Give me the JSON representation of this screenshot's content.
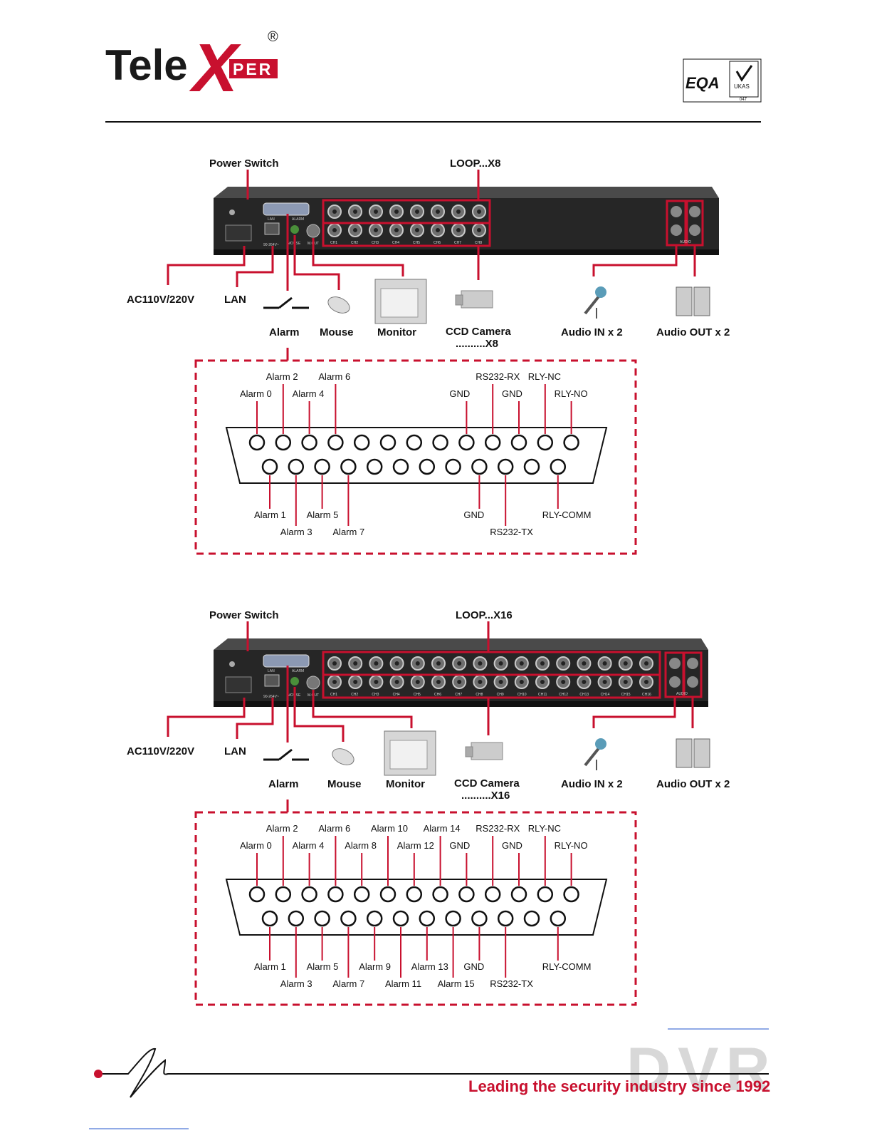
{
  "header": {
    "brand_prefix": "Tele",
    "brand_x": "X",
    "brand_suffix": "PER",
    "registered": "®",
    "cert_logo_text": "EQA",
    "ukas_text": "UKAS",
    "cert_number": "047"
  },
  "diagram_8": {
    "power_switch": "Power Switch",
    "loop": "LOOP...X8",
    "ac": "AC110V/220V",
    "lan": "LAN",
    "alarm": "Alarm",
    "mouse": "Mouse",
    "monitor": "Monitor",
    "ccd_camera": "CCD Camera",
    "ccd_count": "..........X8",
    "audio_in": "Audio IN x 2",
    "audio_out": "Audio OUT x 2",
    "channels": [
      "CH1",
      "CH2",
      "CH3",
      "CH4",
      "CH5",
      "CH6",
      "CH7",
      "CH8"
    ],
    "panel_labels": {
      "lan": "LAN",
      "alarm": "ALARM",
      "mouse": "MOUSE",
      "power": "90-264V~",
      "vout": "M.OUT",
      "audio": "AUDIO"
    },
    "pins_top": [
      "Alarm 0",
      "Alarm 2",
      "Alarm 4",
      "Alarm 6",
      "GND",
      "RS232-RX",
      "GND",
      "RLY-NC",
      "RLY-NO"
    ],
    "pins_bottom": [
      "Alarm 1",
      "Alarm 3",
      "Alarm 5",
      "Alarm 7",
      "GND",
      "RS232-TX",
      "RLY-COMM"
    ]
  },
  "diagram_16": {
    "power_switch": "Power Switch",
    "loop": "LOOP...X16",
    "ac": "AC110V/220V",
    "lan": "LAN",
    "alarm": "Alarm",
    "mouse": "Mouse",
    "monitor": "Monitor",
    "ccd_camera": "CCD Camera",
    "ccd_count": "..........X16",
    "audio_in": "Audio IN x 2",
    "audio_out": "Audio OUT x 2",
    "channels": [
      "CH1",
      "CH2",
      "CH3",
      "CH4",
      "CH5",
      "CH6",
      "CH7",
      "CH8",
      "CH9",
      "CH10",
      "CH11",
      "CH12",
      "CH13",
      "CH14",
      "CH15",
      "CH16"
    ],
    "panel_labels": {
      "lan": "LAN",
      "alarm": "ALARM",
      "mouse": "MOUSE",
      "power": "90-264V~",
      "vout": "M.OUT",
      "audio": "AUDIO"
    },
    "pins_top": [
      "Alarm 0",
      "Alarm 2",
      "Alarm 4",
      "Alarm 6",
      "Alarm 8",
      "Alarm 10",
      "Alarm 12",
      "Alarm 14",
      "GND",
      "RS232-RX",
      "GND",
      "RLY-NC",
      "RLY-NO"
    ],
    "pins_bottom": [
      "Alarm 1",
      "Alarm 3",
      "Alarm 5",
      "Alarm 7",
      "Alarm 9",
      "Alarm 11",
      "Alarm 13",
      "Alarm 15",
      "GND",
      "RS232-TX",
      "RLY-COMM"
    ]
  },
  "footer": {
    "watermark": "DVR",
    "tagline": "Leading the security industry since 1992"
  },
  "colors": {
    "accent": "#c8102e",
    "dark": "#1a1a1a",
    "panel": "#2b2b2b"
  }
}
